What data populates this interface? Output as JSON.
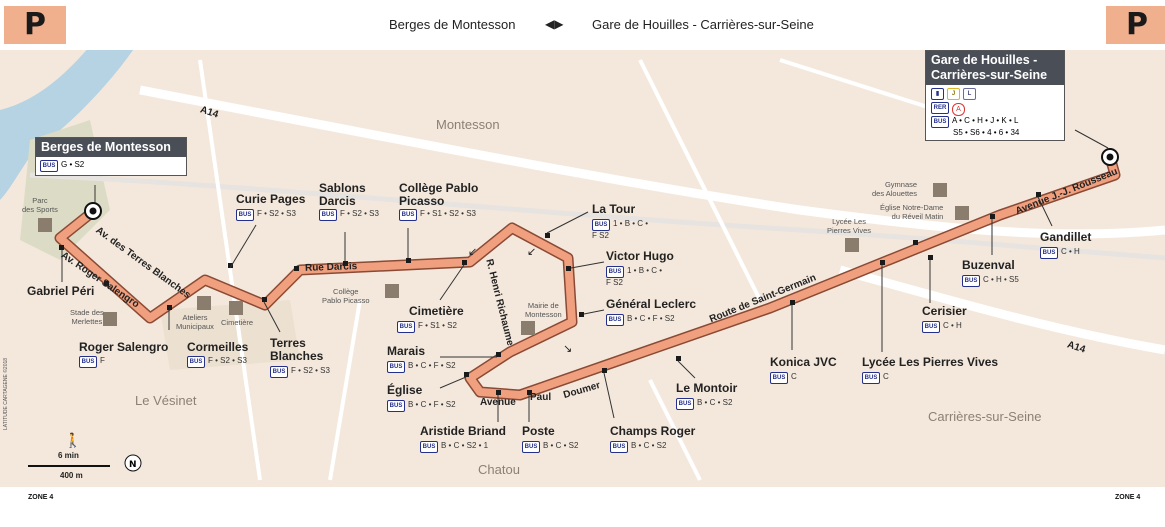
{
  "header": {
    "parking_label": "P",
    "from": "Berges de Montesson",
    "to": "Gare de Houilles - Carrières-sur-Seine"
  },
  "termini": {
    "west": {
      "name": "Berges de Montesson",
      "lines": "G • S2"
    },
    "east": {
      "name_line1": "Gare de Houilles -",
      "name_line2": "Carrières-sur-Seine",
      "rail": [
        "J",
        "L"
      ],
      "rer": "A",
      "lines_line1": "A • C • H • J • K • L",
      "lines_line2": "S5 • S6 • 4 • 6 • 34"
    }
  },
  "stops": [
    {
      "name": "Gabriel Péri",
      "lines": ""
    },
    {
      "name": "Roger Salengro",
      "lines": "F"
    },
    {
      "name": "Cormeilles",
      "lines": "F • S2 • S3"
    },
    {
      "name": "Terres Blanches",
      "lines": "F • S2 • S3"
    },
    {
      "name": "Curie Pages",
      "lines": "F • S2 • S3"
    },
    {
      "name": "Sablons Darcis",
      "lines": "F • S2 • S3"
    },
    {
      "name": "Collège Pablo Picasso",
      "lines": "F • S1 • S2 • S3"
    },
    {
      "name": "Cimetière",
      "lines": "F • S1 • S2"
    },
    {
      "name": "Marais",
      "lines": "B • C • F • S2"
    },
    {
      "name": "Église",
      "lines": "B • C • F • S2"
    },
    {
      "name": "Aristide Briand",
      "lines": "B • C • S2 • 1"
    },
    {
      "name": "Poste",
      "lines": "B • C • S2"
    },
    {
      "name": "La Tour",
      "lines": "1 • B • C • F S2"
    },
    {
      "name": "Victor Hugo",
      "lines": "1 • B • C • F S2"
    },
    {
      "name": "Général Leclerc",
      "lines": "B • C • F • S2"
    },
    {
      "name": "Champs Roger",
      "lines": "B • C • S2"
    },
    {
      "name": "Le Montoir",
      "lines": "B • C • S2"
    },
    {
      "name": "Konica JVC",
      "lines": "C"
    },
    {
      "name": "Lycée Les Pierres Vives",
      "lines": "C"
    },
    {
      "name": "Cerisier",
      "lines": "C • H"
    },
    {
      "name": "Buzenval",
      "lines": "C • H • S5"
    },
    {
      "name": "Gandillet",
      "lines": "C • H"
    }
  ],
  "places": [
    "Montesson",
    "Le Vésinet",
    "Chatou",
    "Carrières-sur-Seine"
  ],
  "streets": [
    "A14",
    "A14",
    "Av. des Terres Blanches",
    "Av. Roger Salengro",
    "Rue Darcis",
    "R. Henri Richaume",
    "Avenue",
    "Paul",
    "Doumer",
    "Route de Saint-Germain",
    "Avenue J.-J. Rousseau"
  ],
  "pois": {
    "parc_line1": "Parc",
    "parc_line2": "des Sports",
    "stade_line1": "Stade des",
    "stade_line2": "Merlettes",
    "ateliers_line1": "Ateliers",
    "ateliers_line2": "Municipaux",
    "cimetiere": "Cimetière",
    "college_line1": "Collège",
    "college_line2": "Pablo Picasso",
    "mairie_line1": "Mairie de",
    "mairie_line2": "Montesson",
    "lycee_line1": "Lycée Les",
    "lycee_line2": "Pierres Vives",
    "gymnase_line1": "Gymnase",
    "gymnase_line2": "des Alouettes",
    "eglise_line1": "Église Notre-Dame",
    "eglise_line2": "du Réveil Matin"
  },
  "scale": {
    "walk": "6 min",
    "distance": "400 m"
  },
  "zones": {
    "left": "ZONE 4",
    "right": "ZONE 4"
  },
  "credit": "LATITUDE CARTAGENE ©2018",
  "bus_badge": "BUS",
  "rer_badge": "RER",
  "colors": {
    "route": "#f0a07e",
    "route_stroke": "#8a4a35",
    "badge": "#f0b08d",
    "land": "#f4e8dc",
    "river": "#b6d3e3",
    "road": "#ffffff",
    "title_bg": "#4a4f57"
  }
}
